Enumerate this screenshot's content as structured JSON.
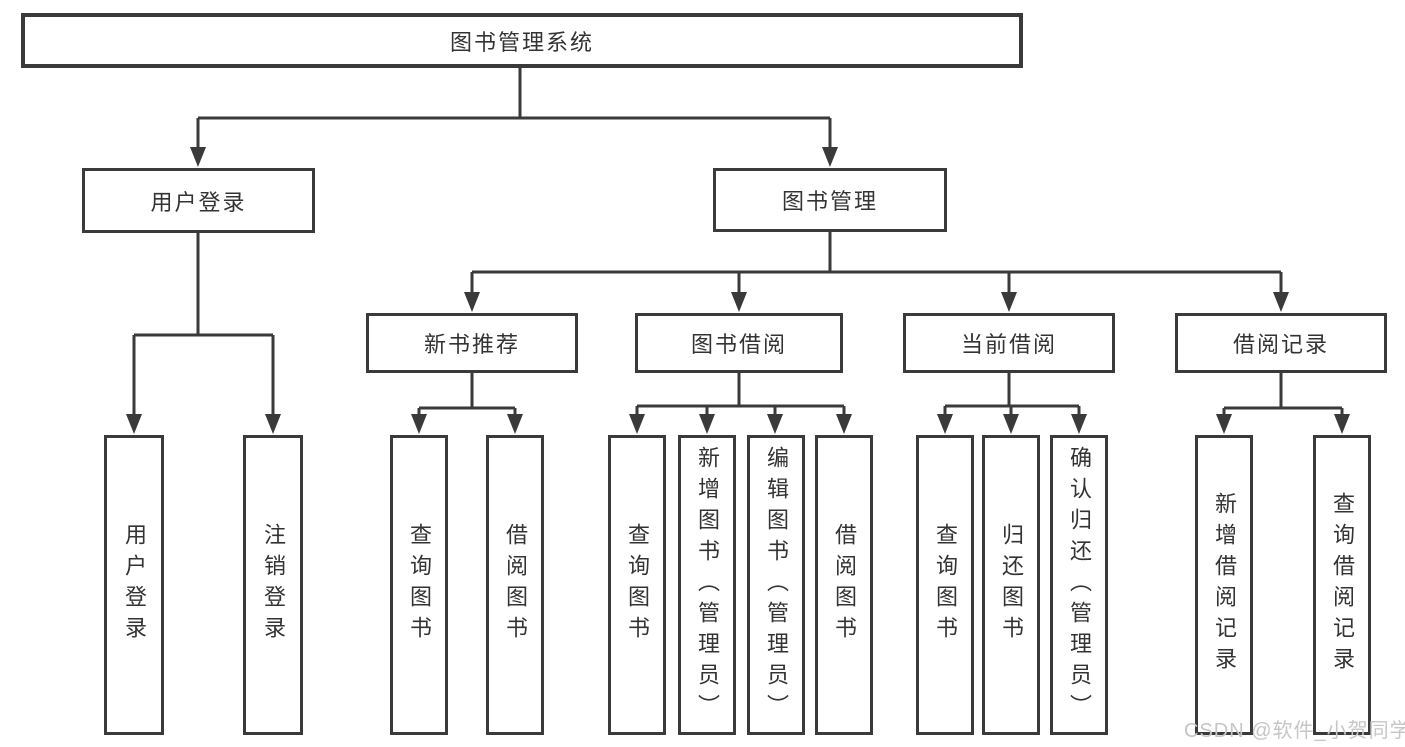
{
  "tree": {
    "root": "图书管理系统",
    "branches": [
      {
        "label": "用户登录",
        "children": [
          {
            "label": "用户登录"
          },
          {
            "label": "注销登录"
          }
        ]
      },
      {
        "label": "图书管理",
        "children": [
          {
            "label": "新书推荐",
            "children": [
              {
                "label": "查询图书"
              },
              {
                "label": "借阅图书"
              }
            ]
          },
          {
            "label": "图书借阅",
            "children": [
              {
                "label": "查询图书"
              },
              {
                "label": "新增图书（管理员）"
              },
              {
                "label": "编辑图书（管理员）"
              },
              {
                "label": "借阅图书"
              }
            ]
          },
          {
            "label": "当前借阅",
            "children": [
              {
                "label": "查询图书"
              },
              {
                "label": "归还图书"
              },
              {
                "label": "确认归还（管理员）"
              }
            ]
          },
          {
            "label": "借阅记录",
            "children": [
              {
                "label": "新增借阅记录"
              },
              {
                "label": "查询借阅记录"
              }
            ]
          }
        ]
      }
    ]
  },
  "watermark": "CSDN @软件_小贺同学",
  "colors": {
    "line": "#3a3a3a",
    "box_border": "#3a3a3a",
    "text": "#333333",
    "background": "#ffffff",
    "watermark": "#c6c6c6"
  }
}
